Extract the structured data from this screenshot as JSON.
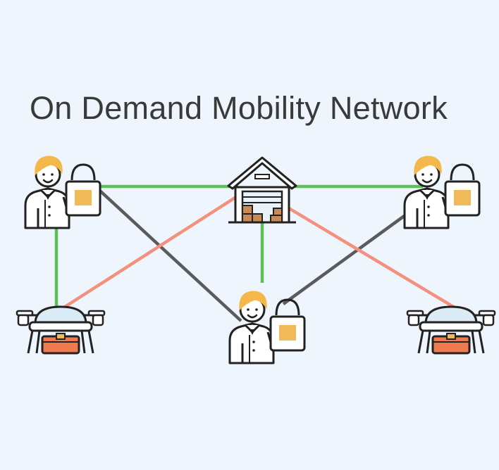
{
  "title": "On Demand Mobility Network",
  "colors": {
    "background": "#eef5fd",
    "green_link": "#5cbf5c",
    "gray_link": "#5b5b5b",
    "red_link": "#f5907e",
    "hair": "#f4b84a",
    "package": "#f0b959",
    "drone_body": "#dcecf7",
    "drone_case": "#f07b4e",
    "warehouse_box": "#c98a55"
  },
  "nodes": [
    {
      "id": "courier-top-left",
      "kind": "courier",
      "icon": "delivery-person-icon"
    },
    {
      "id": "warehouse",
      "kind": "warehouse",
      "icon": "warehouse-icon"
    },
    {
      "id": "courier-top-right",
      "kind": "courier",
      "icon": "delivery-person-icon"
    },
    {
      "id": "courier-center",
      "kind": "courier",
      "icon": "delivery-person-icon"
    },
    {
      "id": "drone-left",
      "kind": "drone",
      "icon": "delivery-drone-icon"
    },
    {
      "id": "drone-right",
      "kind": "drone",
      "icon": "delivery-drone-icon"
    }
  ],
  "links": [
    {
      "from": "courier-top-left",
      "to": "warehouse",
      "type": "green"
    },
    {
      "from": "warehouse",
      "to": "courier-top-right",
      "type": "green"
    },
    {
      "from": "courier-top-left",
      "to": "drone-left",
      "type": "green"
    },
    {
      "from": "warehouse",
      "to": "courier-center",
      "type": "green"
    },
    {
      "from": "courier-top-left",
      "to": "courier-center",
      "type": "gray"
    },
    {
      "from": "courier-top-right",
      "to": "courier-center",
      "type": "gray"
    },
    {
      "from": "warehouse",
      "to": "drone-left",
      "type": "red"
    },
    {
      "from": "warehouse",
      "to": "drone-right",
      "type": "red"
    }
  ]
}
